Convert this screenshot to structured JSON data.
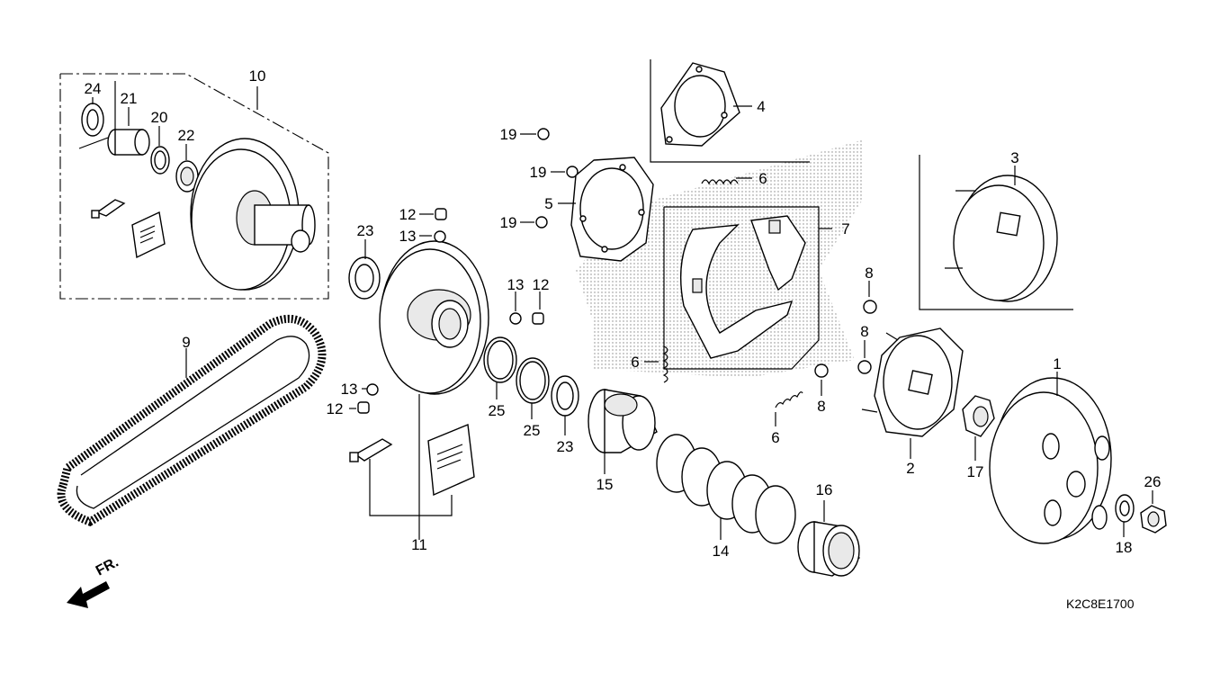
{
  "diagram_code": "K2C8E1700",
  "direction_label": "FR.",
  "callouts": {
    "c1": "1",
    "c2": "2",
    "c3": "3",
    "c4": "4",
    "c5": "5",
    "c6a": "6",
    "c6b": "6",
    "c6c": "6",
    "c7": "7",
    "c8a": "8",
    "c8b": "8",
    "c8c": "8",
    "c9": "9",
    "c10": "10",
    "c11": "11",
    "c12a": "12",
    "c12b": "12",
    "c12c": "12",
    "c13a": "13",
    "c13b": "13",
    "c13c": "13",
    "c14": "14",
    "c15": "15",
    "c16": "16",
    "c17": "17",
    "c18": "18",
    "c19a": "19",
    "c19b": "19",
    "c19c": "19",
    "c20": "20",
    "c21": "21",
    "c22": "22",
    "c23a": "23",
    "c23b": "23",
    "c24": "24",
    "c25a": "25",
    "c25b": "25",
    "c26": "26"
  }
}
